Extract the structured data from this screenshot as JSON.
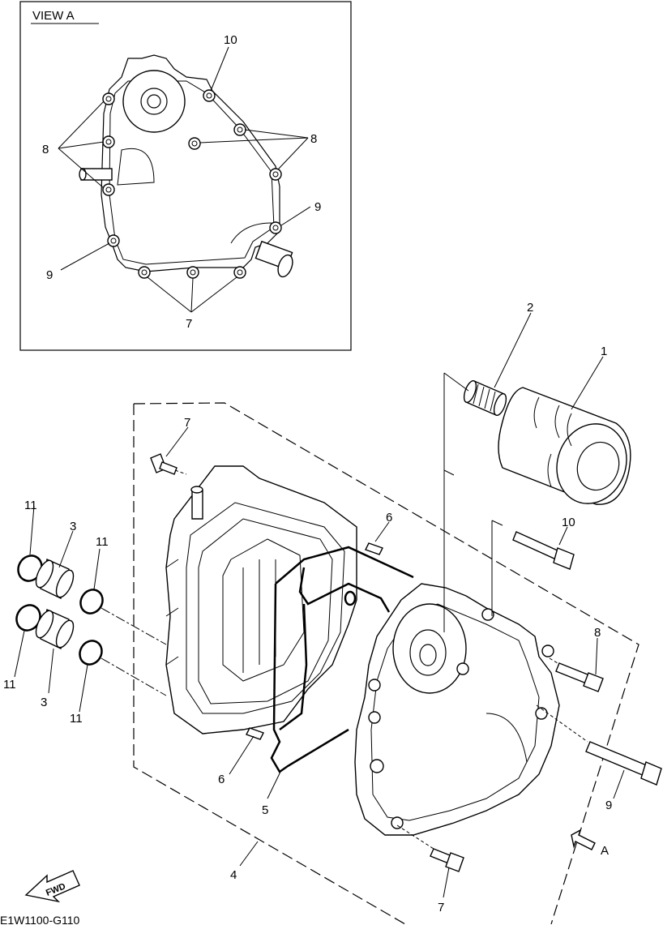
{
  "view_title": "VIEW A",
  "diagram_code": "E1W1100-G110",
  "fwd_label": "FWD",
  "arrow_view_label": "A",
  "callouts": {
    "view_10": "10",
    "view_8_left": "8",
    "view_8_right": "8",
    "view_9_right": "9",
    "view_9_left": "9",
    "view_7": "7",
    "p1": "1",
    "p2": "2",
    "p3_top": "3",
    "p3_bottom": "3",
    "p4": "4",
    "p5": "5",
    "p6_top": "6",
    "p6_bottom": "6",
    "p7_top": "7",
    "p7_bottom": "7",
    "p8": "8",
    "p9": "9",
    "p10": "10",
    "p11_a": "11",
    "p11_b": "11",
    "p11_c": "11",
    "p11_d": "11"
  }
}
